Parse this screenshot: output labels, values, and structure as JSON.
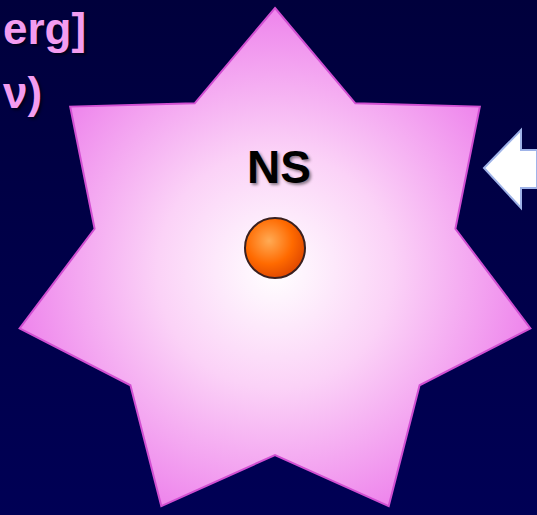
{
  "diagram": {
    "nodes": [
      {
        "text": [
          "NS"
        ]
      }
    ],
    "labels": [
      "erg]",
      "ν)"
    ]
  }
}
